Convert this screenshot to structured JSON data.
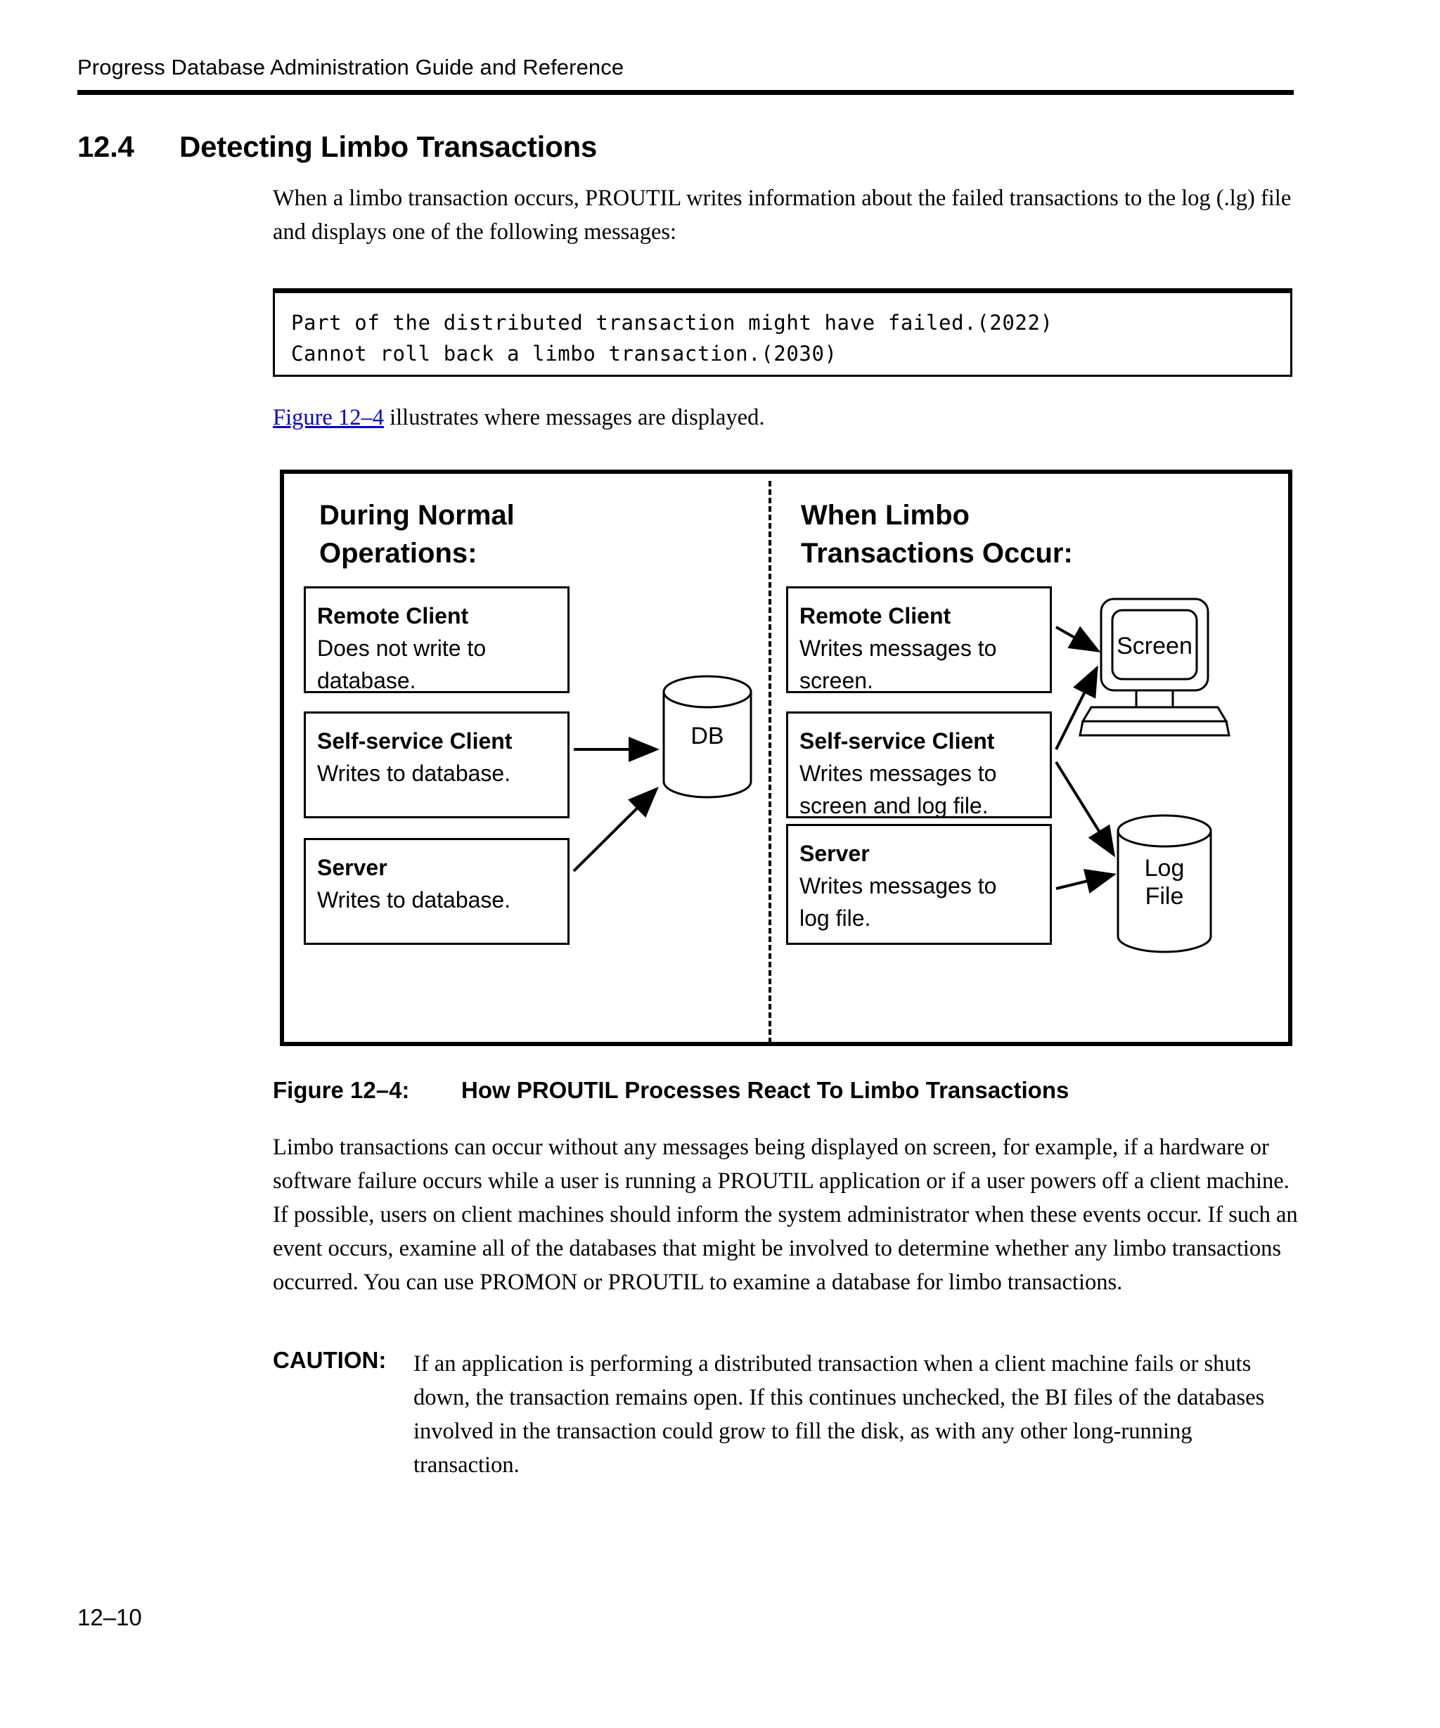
{
  "header": {
    "running_title": "Progress Database Administration Guide and Reference"
  },
  "section": {
    "number": "12.4",
    "title": "Detecting Limbo Transactions"
  },
  "intro_paragraph": "When a limbo transaction occurs, PROUTIL writes information about the failed transactions to the log (.lg) file and displays one of the following messages:",
  "code_box": {
    "text": "Part of the distributed transaction might have failed.(2022)\nCannot roll back a limbo transaction.(2030)"
  },
  "figure_reference": {
    "link_text": "Figure 12–4",
    "rest_text": " illustrates where messages are displayed."
  },
  "figure": {
    "caption_number": "Figure 12–4:",
    "caption_title": "How PROUTIL Processes React To Limbo Transactions",
    "left_column": {
      "title": "During Normal\nOperations:",
      "boxes": [
        {
          "title": "Remote Client",
          "desc": "Does not write to\ndatabase."
        },
        {
          "title": "Self-service Client",
          "desc": "Writes to database."
        },
        {
          "title": "Server",
          "desc": "Writes to database."
        }
      ]
    },
    "right_column": {
      "title": "When Limbo\nTransactions Occur:",
      "boxes": [
        {
          "title": "Remote Client",
          "desc": "Writes messages to\nscreen."
        },
        {
          "title": "Self-service Client",
          "desc": "Writes messages to\nscreen and log file."
        },
        {
          "title": "Server",
          "desc": "Writes messages to\nlog file."
        }
      ]
    },
    "nodes": {
      "database_label": "DB",
      "screen_label": "Screen",
      "log_file_label_line1": "Log",
      "log_file_label_line2": "File"
    }
  },
  "after_figure_paragraph": "Limbo transactions can occur without any messages being displayed on screen, for example, if a hardware or software failure occurs while a user is running a PROUTIL application or if a user powers off a client machine. If possible, users on client machines should inform the system administrator when these events occur. If such an event occurs, examine all of the databases that might be involved to determine whether any limbo transactions occurred. You can use PROMON or PROUTIL to examine a database for limbo transactions.",
  "caution": {
    "label": "CAUTION:",
    "text": "If an application is performing a distributed transaction when a client machine fails or shuts down, the transaction remains open. If this continues unchecked, the BI files of the databases involved in the transaction could grow to fill the disk, as with any other long-running transaction."
  },
  "footer": {
    "page_number": "12–10"
  },
  "colors": {
    "link": "#0000dd",
    "text": "#000000",
    "background": "#ffffff"
  }
}
